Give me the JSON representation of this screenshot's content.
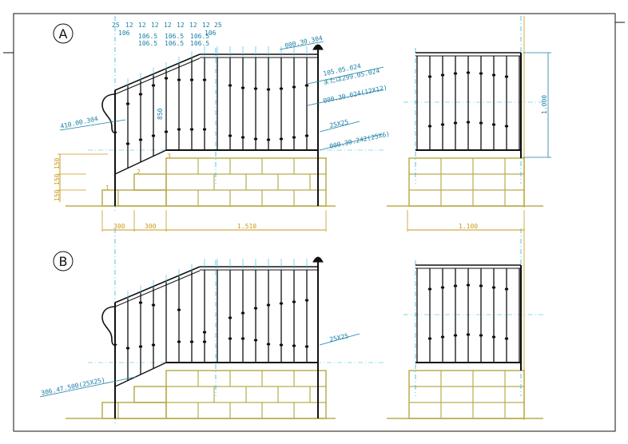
{
  "colors": {
    "steel": "#111111",
    "dim": "#1a7fa6",
    "stone": "#b8ad4e",
    "center": "#2ab7e0",
    "ochre": "#c99a1a"
  },
  "sections": [
    {
      "mark": "A",
      "labels": [
        {
          "id": "a1",
          "text": "000.30.304"
        },
        {
          "id": "a2",
          "text": "105.05.024"
        },
        {
          "id": "a3",
          "text": "または299.05.024"
        },
        {
          "id": "a4",
          "text": "000.30.024(12X12)"
        },
        {
          "id": "a5",
          "text": "25X25"
        },
        {
          "id": "a6",
          "text": "000.30.242(25X6)"
        },
        {
          "id": "a7",
          "text": "410.00.304"
        },
        {
          "id": "a8",
          "text": "850"
        }
      ]
    },
    {
      "mark": "B",
      "labels": [
        {
          "id": "b1",
          "text": "25X25"
        },
        {
          "id": "b2",
          "text": "306.47.500(25X25)"
        }
      ]
    }
  ],
  "top_dims": {
    "row1": [
      "25",
      "12",
      "12",
      "12",
      "12",
      "12",
      "12",
      "12",
      "25"
    ],
    "row2a": [
      "106",
      "106.5",
      "106.5",
      "106.5",
      "106"
    ],
    "row2b": [
      "106.5",
      "106.5",
      "106.5"
    ]
  },
  "heights": [
    "150",
    "150",
    "150"
  ],
  "steps": [
    "1",
    "2",
    "3"
  ],
  "bottom_dims": [
    "300",
    "300",
    "1.510"
  ],
  "side_dims": {
    "width": "1.100",
    "height": "1.000"
  }
}
